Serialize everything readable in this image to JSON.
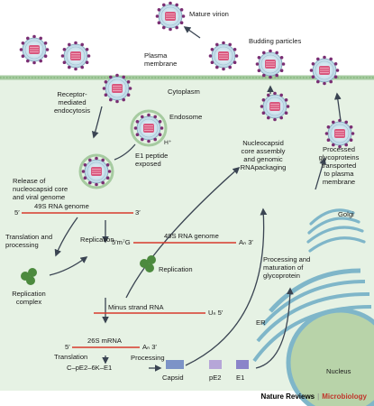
{
  "labels": {
    "mature_virion": "Mature virion",
    "budding": "Budding particles",
    "plasma_membrane": [
      "Plasma",
      "membrane"
    ],
    "cytoplasm": "Cytoplasm",
    "receptor": [
      "Receptor-",
      "mediated",
      "endocytosis"
    ],
    "endosome": "Endosome",
    "hplus": "H⁺",
    "e1_peptide": [
      "E1 peptide",
      "exposed"
    ],
    "release": [
      "Release of",
      "nucleocapsid core",
      "and viral genome"
    ],
    "nucleocapsid_assembly": [
      "Nucleocapsid",
      "core assembly",
      "and genomic",
      "RNApackaging"
    ],
    "processed_gp": [
      "Processed",
      "glycoproteins",
      "transported",
      "to plasma",
      "membrane"
    ],
    "rna49s_left": "49S RNA genome",
    "five_prime_left": "5′",
    "three_prime_left": "3′",
    "rna49s_right": "49S RNA genome",
    "five_cap": "5′m⁷G",
    "an3": "Aₙ 3′",
    "translation_processing": [
      "Translation and",
      "processing"
    ],
    "replication_top": "Replication",
    "replication_right": "Replication",
    "replication_complex": [
      "Replication",
      "complex"
    ],
    "minus_strand": "Minus strand RNA",
    "un5": "Uₙ 5′",
    "mrna26s": "26S mRNA",
    "five_prime_mrna": "5′",
    "an3_mrna": "Aₙ 3′",
    "translation": "Translation",
    "polyprotein": "C–pE2–6K–E1",
    "processing": "Processing",
    "capsid": "Capsid",
    "pe2": "pE2",
    "e1": "E1",
    "golgi": "Golgi",
    "processing_maturation": [
      "Processing and",
      "maturation of",
      "glycoprotein"
    ],
    "er": "ER",
    "nucleus": "Nucleus"
  },
  "footer": {
    "journal": "Nature Reviews",
    "separator": "|",
    "section": "Microbiology"
  },
  "colors": {
    "cytoplasm": "#e6f2e4",
    "membrane": "#a6cba0",
    "membrane_dots": "#7fb377",
    "virion_outer": "#cfe4ee",
    "virion_spike": "#7a2e73",
    "virion_core": "#d9577e",
    "rna_line": "#d73a2c",
    "arrow": "#3a4452",
    "replication_complex": "#4c8a3e",
    "er": "#7fb6c9",
    "nucleus": "#b8d3a9",
    "capsid_box": "#7c93c7",
    "pe2_box": "#b6a6d8",
    "e1_box": "#8a84c9",
    "microbiology": "#c0362c"
  }
}
